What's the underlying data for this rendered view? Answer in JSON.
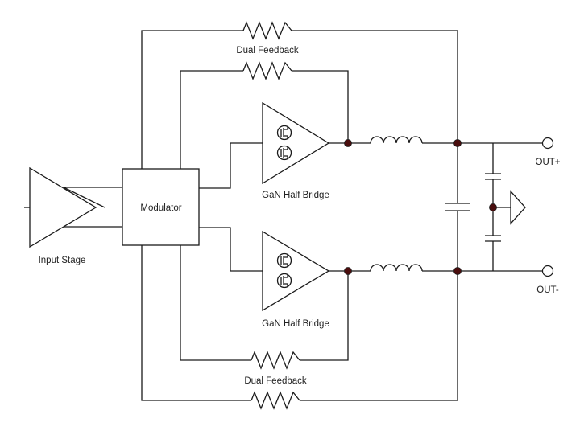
{
  "diagram": {
    "labels": {
      "input_stage": "Input Stage",
      "modulator": "Modulator",
      "half_bridge_top": "GaN Half Bridge",
      "half_bridge_bottom": "GaN Half Bridge",
      "feedback_top": "Dual Feedback",
      "feedback_bottom": "Dual Feedback",
      "out_plus": "OUT+",
      "out_minus": "OUT-"
    },
    "icons": {
      "transistor": "gan-fet-icon",
      "ground": "ground-triangle-icon"
    },
    "colors": {
      "line": "#1a1a1a",
      "junction": "#4a0d0d",
      "text": "#222222"
    }
  }
}
